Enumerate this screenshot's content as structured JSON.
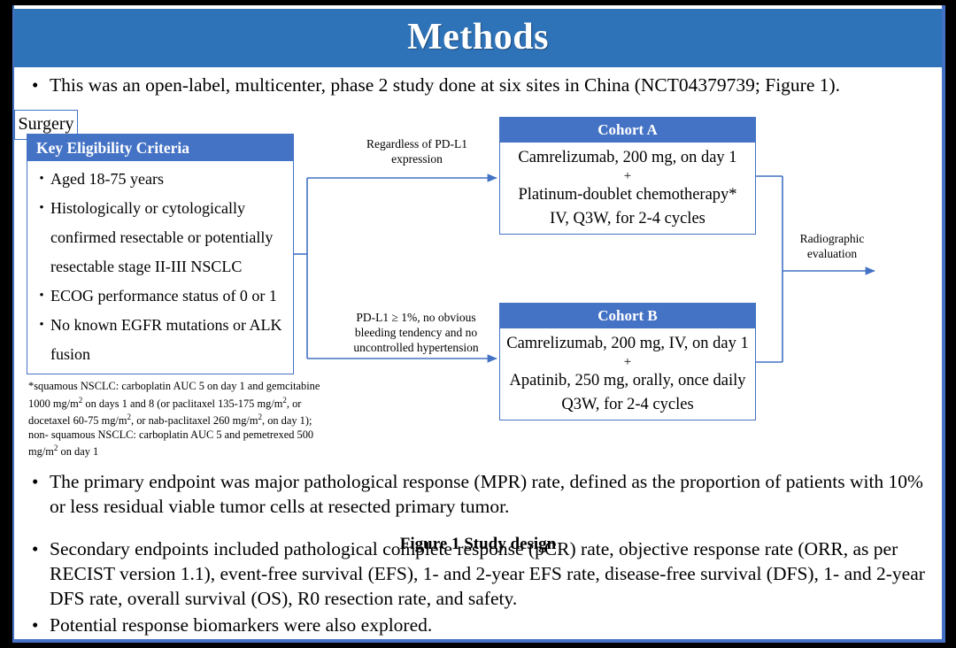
{
  "slide": {
    "title": "Methods",
    "accent_title_bar_color": "#2E72B8",
    "accent_box_color": "#4472C4",
    "frame_color": "#000000",
    "body_background": "#FFFFFF"
  },
  "lead_bullet": {
    "marker": "•",
    "text": "This was an open-label, multicenter, phase 2 study done at six sites in China (NCT04379739; Figure 1)."
  },
  "figure": {
    "caption": "Figure 1 Study design",
    "eligibility": {
      "header": "Key  Eligibility Criteria",
      "marker": "•",
      "items": [
        "Aged 18-75 years",
        "Histologically or cytologically confirmed resectable or potentially resectable stage II-III  NSCLC",
        "ECOG performance status of 0 or 1",
        "No known EGFR mutations or ALK fusion"
      ]
    },
    "cohort_a": {
      "header": "Cohort A",
      "line1": "Camrelizumab, 200 mg, on day 1",
      "plus": "+",
      "line2": "Platinum-doublet chemotherapy*",
      "line3": "IV, Q3W, for 2-4 cycles"
    },
    "cohort_b": {
      "header": "Cohort B",
      "line1": "Camrelizumab, 200 mg, IV, on day 1",
      "plus": "+",
      "line2": "Apatinib, 250 mg, orally, once daily",
      "line3": "Q3W, for 2-4 cycles"
    },
    "surgery": {
      "label": "Surgery"
    },
    "annotations": {
      "top_branch_line1": "Regardless  of PD-L1",
      "top_branch_line2": "expression",
      "bottom_branch_line1": "PD-L1 ≥ 1%, no obvious",
      "bottom_branch_line2": "bleeding tendency  and no",
      "bottom_branch_line3": "uncontrolled  hypertension",
      "right_line1": "Radiographic",
      "right_line2": "evaluation"
    },
    "footnote": {
      "l1a": "*squamous NSCLC: carboplatin AUC 5 on day 1 and gemcitabine 1000 mg/m",
      "l1sup": "2",
      "l1b": " on days 1 and 8 (or",
      "l2a": "paclitaxel  135-175  mg/m",
      "l2sup1": "2",
      "l2b": ", or docetaxel 60-75 mg/m",
      "l2sup2": "2",
      "l2c": ", or nab-paclitaxel 260 mg/m",
      "l2sup3": "2",
      "l2d": ", on day 1); non-",
      "l3a": "squamous NSCLC: carboplatin AUC 5 and pemetrexed 500 mg/m",
      "l3sup": "2",
      "l3b": " on day 1"
    }
  },
  "endpoint_bullets": [
    {
      "marker": "•",
      "text": "The primary endpoint was major pathological response (MPR) rate, defined as the proportion of patients with 10% or less residual viable tumor cells at resected primary tumor."
    },
    {
      "marker": "•",
      "text": "Secondary endpoints included pathological complete response (pCR) rate, objective response rate (ORR, as per RECIST version 1.1), event-free survival (EFS), 1- and 2-year EFS rate, disease-free survival (DFS), 1- and 2-year DFS rate, overall survival (OS), R0 resection rate, and safety."
    },
    {
      "marker": "•",
      "text": "Potential response biomarkers were also explored."
    }
  ]
}
